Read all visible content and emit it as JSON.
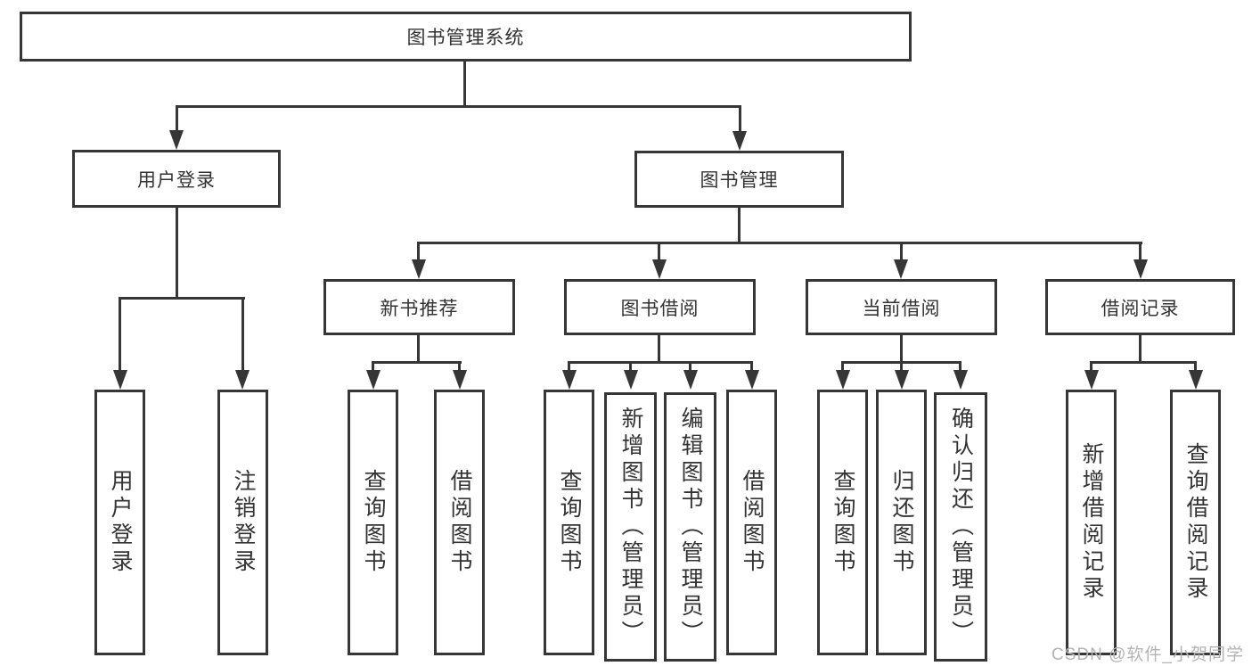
{
  "diagram": {
    "title": "图书管理系统",
    "nodes": {
      "root": "图书管理系统",
      "login": "用户登录",
      "manage": "图书管理",
      "newbook": "新书推荐",
      "borrow": "图书借阅",
      "current": "当前借阅",
      "records": "借阅记录",
      "login_children": [
        "用户登录",
        "注销登录"
      ],
      "newbook_children": [
        "查询图书",
        "借阅图书"
      ],
      "borrow_children": [
        "查询图书",
        "新增图书（管理员）",
        "编辑图书（管理员）",
        "借阅图书"
      ],
      "current_children": [
        "查询图书",
        "归还图书",
        "确认归还（管理员）"
      ],
      "records_children": [
        "新增借阅记录",
        "查询借阅记录"
      ]
    },
    "colors": {
      "line": "#363636",
      "text": "#333333",
      "background": "#ffffff",
      "watermark": "#b3b3b3"
    }
  },
  "watermark": "CSDN @软件_小贺同学"
}
